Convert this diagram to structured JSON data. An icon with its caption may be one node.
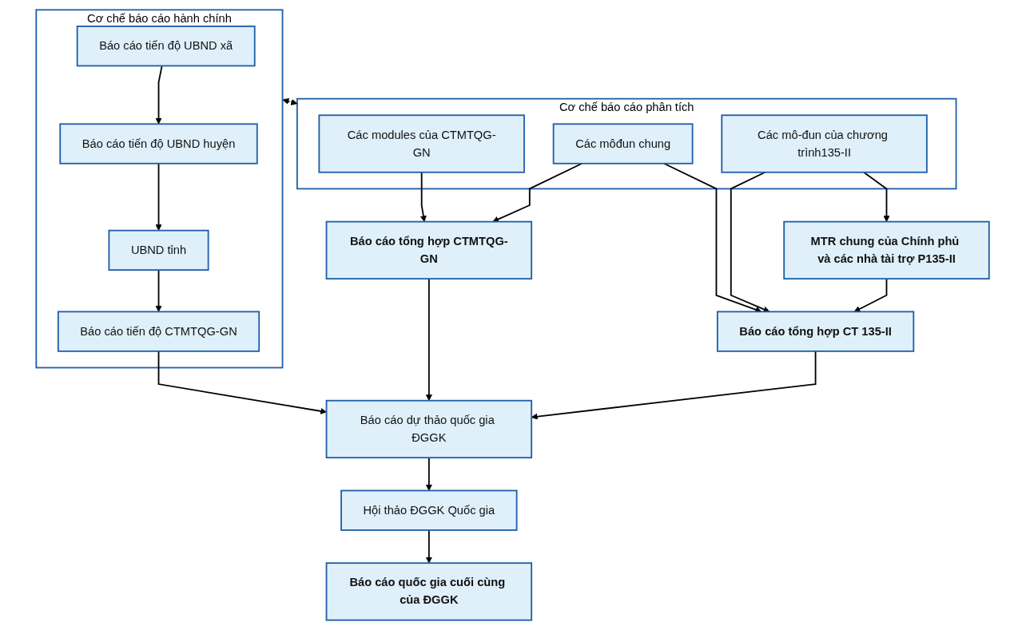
{
  "diagram": {
    "nodes": [
      {
        "text": [
          "Cơ chế báo cáo hành chính"
        ]
      },
      {
        "text": [
          "Báo cáo tiến độ UBND xã"
        ],
        "in": 0
      },
      {
        "text": [
          "Báo cáo tiến độ UBND huyện"
        ],
        "in": 0
      },
      {
        "text": [
          "UBND tỉnh"
        ],
        "in": 0
      },
      {
        "text": [
          "Báo cáo tiến độ CTMTQG-GN"
        ],
        "in": 0
      },
      {
        "text": [
          "Cơ chế báo cáo phân tích"
        ]
      },
      {
        "text": [
          "Các modules của CTMTQG-GN"
        ],
        "in": 5
      },
      {
        "text": [
          "Các môđun chung"
        ],
        "in": 5
      },
      {
        "text": [
          "Các mô-đun của chương trình135-II"
        ],
        "in": 5
      },
      {
        "text": [
          "Báo cáo tổng hợp CTMTQG-GN"
        ]
      },
      {
        "text": [
          "Báo cáo tổng hợp CT 135-II"
        ]
      },
      {
        "text": [
          "MTR chung của Chính phủ và các nhà tài trợ P135-II"
        ]
      },
      {
        "text": [
          "Báo cáo dự thảo quốc gia ĐGGK"
        ]
      },
      {
        "text": [
          "Hội thảo ĐGGK Quốc gia"
        ]
      },
      {
        "text": [
          "Báo cáo quốc gia cuối cùng của ĐGGK"
        ]
      }
    ],
    "edges": [
      {
        "from": 0,
        "to": 5,
        "arrow": "both",
        "style": "dashed"
      },
      {
        "from": 1,
        "to": 2,
        "arrow": "to"
      },
      {
        "from": 2,
        "to": 3,
        "arrow": "to"
      },
      {
        "from": 3,
        "to": 4,
        "arrow": "to"
      },
      {
        "from": 6,
        "to": 9,
        "arrow": "to"
      },
      {
        "from": 7,
        "to": 9,
        "arrow": "to"
      },
      {
        "from": 7,
        "to": 10,
        "arrow": "to"
      },
      {
        "from": 8,
        "to": 10,
        "arrow": "to"
      },
      {
        "from": 8,
        "to": 11,
        "arrow": "to"
      },
      {
        "from": 11,
        "to": 10,
        "arrow": "to"
      },
      {
        "from": 4,
        "to": 12,
        "arrow": "to"
      },
      {
        "from": 9,
        "to": 12,
        "arrow": "to"
      },
      {
        "from": 10,
        "to": 12,
        "arrow": "to"
      },
      {
        "from": 12,
        "to": 13,
        "arrow": "to"
      },
      {
        "from": 13,
        "to": 14,
        "arrow": "to"
      }
    ]
  }
}
